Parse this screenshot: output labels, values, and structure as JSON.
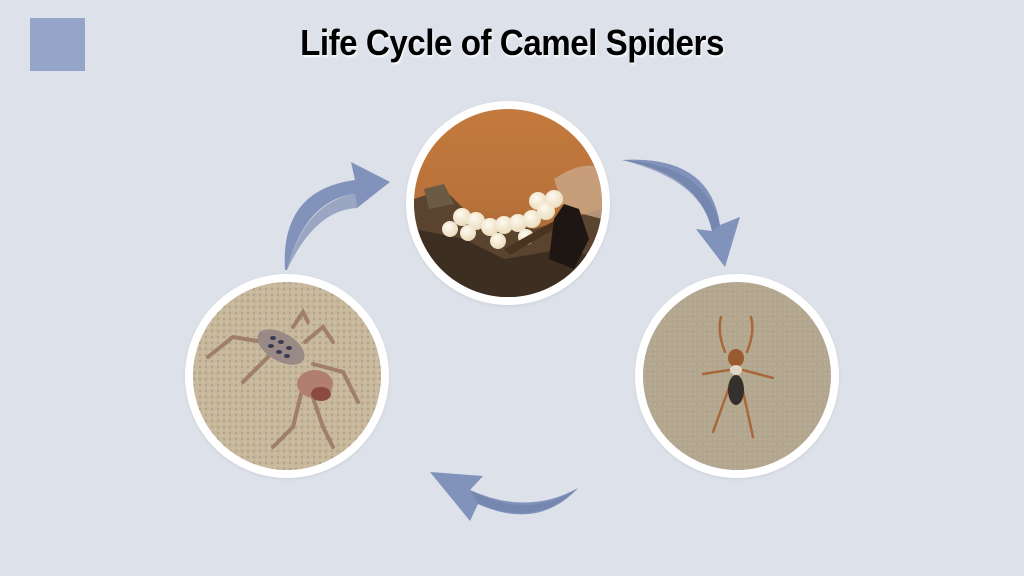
{
  "slide": {
    "title": "Life Cycle of Camel Spiders",
    "accent_color": "#95a5c9",
    "background_color": "#dde1ea",
    "arrow_color": "#7f93bb"
  },
  "stages": [
    {
      "name": "eggs",
      "image_description": "Cluster of cream-colored camel spider eggs on brown soil with debris"
    },
    {
      "name": "juvenile",
      "image_description": "Small juvenile camel spider on beige sandy surface"
    },
    {
      "name": "adult",
      "image_description": "Adult camel spider on sand"
    }
  ],
  "arrows": [
    {
      "from": "adult",
      "to": "eggs",
      "icon": "curved-arrow-up-right"
    },
    {
      "from": "eggs",
      "to": "juvenile",
      "icon": "curved-arrow-down-right"
    },
    {
      "from": "juvenile",
      "to": "adult",
      "icon": "curved-arrow-left"
    }
  ]
}
